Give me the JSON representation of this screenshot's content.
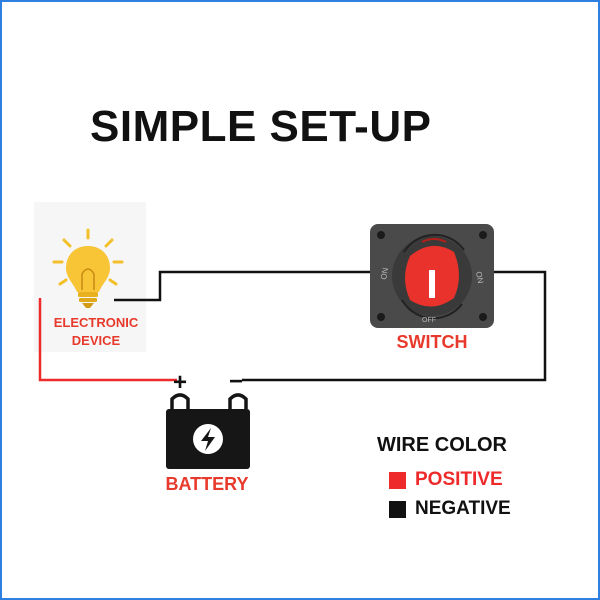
{
  "title": "SIMPLE SET-UP",
  "device": {
    "label_line1": "ELECTRONIC",
    "label_line2": "DEVICE"
  },
  "switch": {
    "label": "SWITCH",
    "marks": {
      "left": "ON",
      "right": "ON",
      "bottom": "OFF"
    }
  },
  "battery": {
    "label": "BATTERY",
    "positive_symbol": "+",
    "negative_symbol": "−"
  },
  "legend": {
    "title": "WIRE COLOR",
    "items": [
      {
        "label": "POSITIVE",
        "color": "#ee2a2a"
      },
      {
        "label": "NEGATIVE",
        "color": "#111111"
      }
    ]
  },
  "colors": {
    "frame_border": "#2f7fe0",
    "positive_wire": "#ee2a2a",
    "negative_wire": "#111111",
    "label_red": "#e83a2c",
    "bulb_glow": "#f4c02a",
    "switch_knob": "#e8322b",
    "switch_plate": "#4a4a4a"
  }
}
